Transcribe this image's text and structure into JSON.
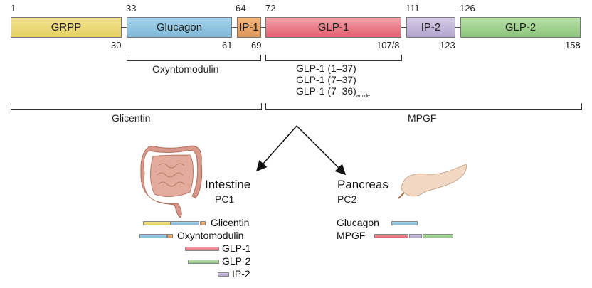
{
  "segments": [
    {
      "name": "GRPP",
      "start": "1",
      "end": "30"
    },
    {
      "name": "Glucagon",
      "start": "33",
      "end": "61"
    },
    {
      "name": "IP-1",
      "start": "64",
      "end": "69"
    },
    {
      "name": "GLP-1",
      "start": "72",
      "end": "107/8"
    },
    {
      "name": "IP-2",
      "start": "111",
      "end": "123"
    },
    {
      "name": "GLP-2",
      "start": "126",
      "end": "158"
    }
  ],
  "brackets": {
    "oxyntomodulin": "Oxyntomodulin",
    "glp1_forms": [
      "GLP-1 (1–37)",
      "GLP-1 (7–37)",
      "GLP-1 (7–36)"
    ],
    "glp1_amide_sub": "amide",
    "glicentin": "Glicentin",
    "mpgf": "MPGF"
  },
  "intestine": {
    "title": "Intestine",
    "enzyme": "PC1",
    "products": [
      "Glicentin",
      "Oxyntomodulin",
      "GLP-1",
      "GLP-2",
      "IP-2"
    ]
  },
  "pancreas": {
    "title": "Pancreas",
    "enzyme": "PC2",
    "products": [
      "Glucagon",
      "MPGF"
    ]
  },
  "colors": {
    "grpp": "#ecd978",
    "glucagon": "#92c6e1",
    "ip1": "#e8a66b",
    "glp1": "#eb7a87",
    "ip2": "#c4b8dc",
    "glp2": "#a2d392"
  }
}
